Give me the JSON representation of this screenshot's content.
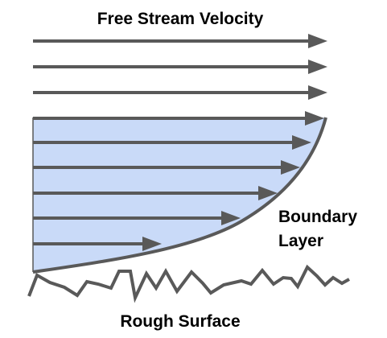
{
  "diagram": {
    "title": "Free Stream Velocity",
    "boundary_label_line1": "Boundary",
    "boundary_label_line2": "Layer",
    "surface_label": "Rough Surface"
  },
  "colors": {
    "arrow": "#595959",
    "fill": "#c9daf8",
    "text": "#000000"
  }
}
